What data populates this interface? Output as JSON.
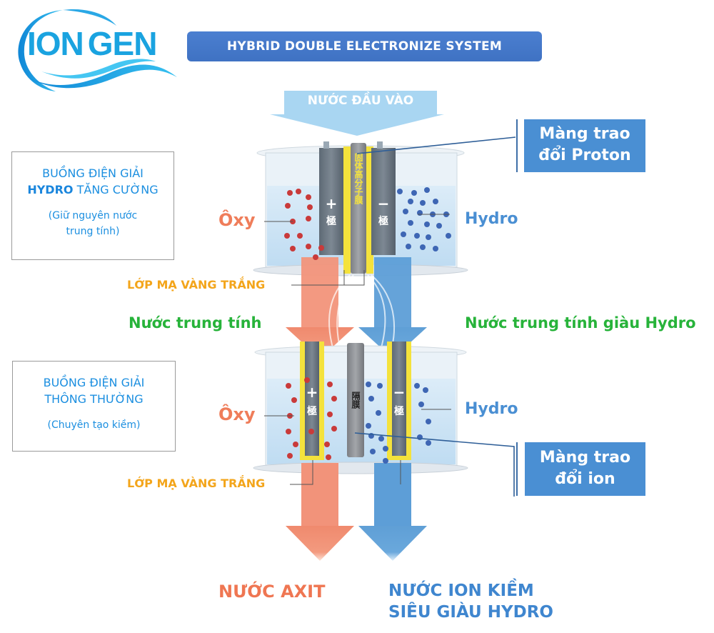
{
  "logo": {
    "part1": "ION",
    "part2": "GEN"
  },
  "header": {
    "title": "HYBRID DOUBLE ELECTRONIZE SYSTEM"
  },
  "inlet": {
    "label": "NƯỚC ĐẦU VÀO"
  },
  "upper_chamber": {
    "info": {
      "line1": "BUỒNG ĐIỆN GIẢI",
      "line2_bold": "HYDRO",
      "line2_rest": " TĂNG CƯỜNG",
      "sub_line1": "(Giữ nguyên nước",
      "sub_line2": "trung tính)"
    },
    "left_label": "Ôxy",
    "right_label": "Hydro",
    "plating_label": "LỚP MẠ VÀNG TRẮNG",
    "membrane_callout": {
      "line1": "Màng trao",
      "line2": "đổi Proton"
    },
    "anode_sign": "+",
    "cathode_sign": "−",
    "electrode_char": "極",
    "membrane_chars": "固体高分子膜"
  },
  "middle": {
    "left_output": "Nước trung tính",
    "right_output": "Nước trung tính giàu Hydro"
  },
  "lower_chamber": {
    "info": {
      "line1": "BUỒNG ĐIỆN GIẢI",
      "line2": "THÔNG THƯỜNG",
      "sub_line1": "(Chuyên tạo kiềm)"
    },
    "left_label": "Ôxy",
    "right_label": "Hydro",
    "plating_label": "LỚP MẠ VÀNG TRẮNG",
    "membrane_callout": {
      "line1": "Màng trao",
      "line2": "đổi ion"
    },
    "anode_sign": "+",
    "cathode_sign": "−",
    "electrode_char": "極",
    "membrane_chars": "隔膜"
  },
  "outputs": {
    "acid": "NƯỚC AXIT",
    "alkaline_line1": "NƯỚC ION KIỀM",
    "alkaline_line2": "SIÊU GIÀU HYDRO"
  },
  "colors": {
    "brand_blue": "#1aa3e0",
    "banner_blue": "#4277c8",
    "oxygen_red": "#ef7d5a",
    "hydrogen_blue": "#4a8fd3",
    "gold": "#f3a51b",
    "green": "#27b33a"
  }
}
